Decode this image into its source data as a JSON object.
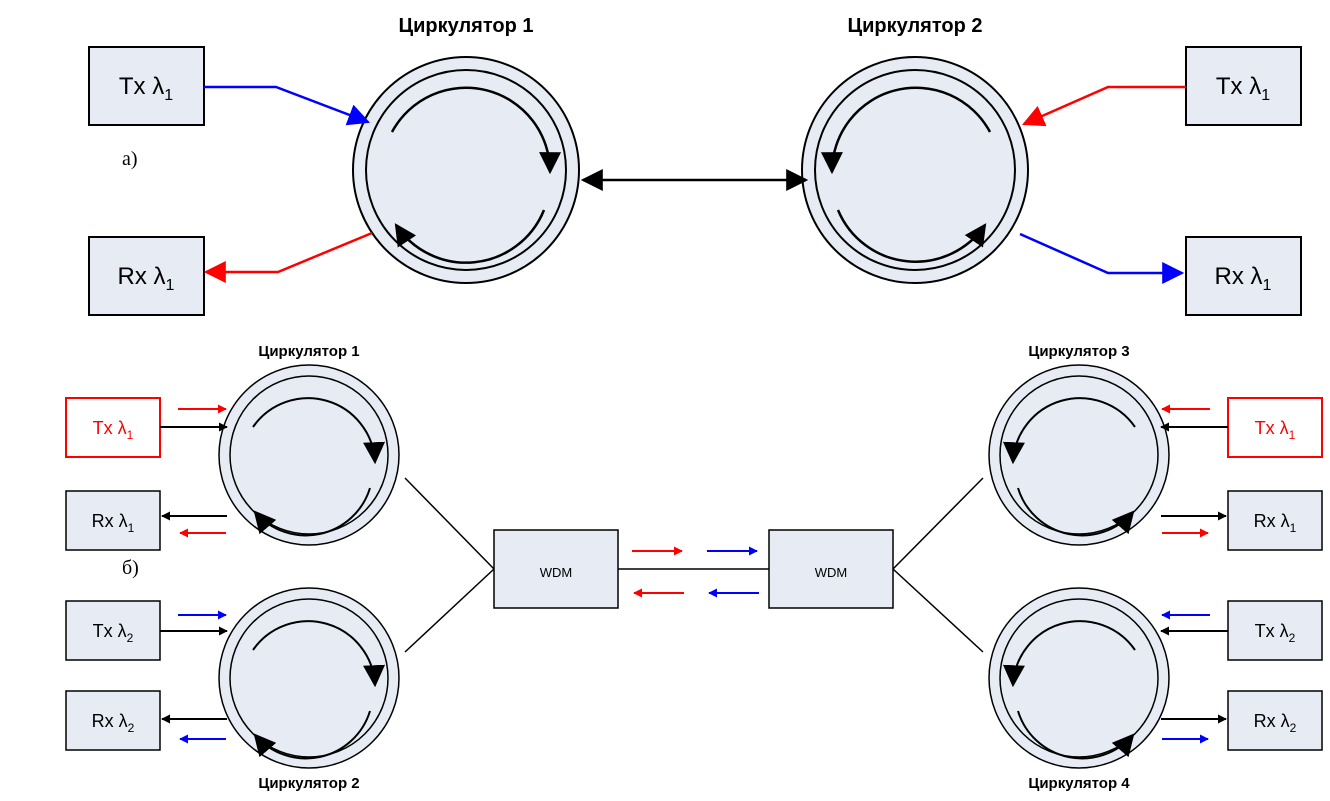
{
  "colors": {
    "box_fill": "#e6ebf4",
    "stroke": "#000000",
    "red": "#ff0000",
    "blue": "#0000ff",
    "box_red_border": "#ff0000"
  },
  "part_a": {
    "label": "а)",
    "circulator_1_title": "Циркулятор 1",
    "circulator_2_title": "Циркулятор 2",
    "left_tx": {
      "prefix": "Tx λ",
      "sub": "1"
    },
    "left_rx": {
      "prefix": "Rx λ",
      "sub": "1"
    },
    "right_tx": {
      "prefix": "Tx λ",
      "sub": "1"
    },
    "right_rx": {
      "prefix": "Rx λ",
      "sub": "1"
    }
  },
  "part_b": {
    "label": "б)",
    "circulator_1_title": "Циркулятор 1",
    "circulator_2_title": "Циркулятор 2",
    "circulator_3_title": "Циркулятор 3",
    "circulator_4_title": "Циркулятор 4",
    "wdm_left_label": "WDM",
    "wdm_right_label": "WDM",
    "left_tx1": {
      "prefix": "Tx λ",
      "sub": "1"
    },
    "left_rx1": {
      "prefix": "Rx λ",
      "sub": "1"
    },
    "left_tx2": {
      "prefix": "Tx λ",
      "sub": "2"
    },
    "left_rx2": {
      "prefix": "Rx λ",
      "sub": "2"
    },
    "right_tx1": {
      "prefix": "Tx λ",
      "sub": "1"
    },
    "right_rx1": {
      "prefix": "Rx λ",
      "sub": "1"
    },
    "right_tx2": {
      "prefix": "Tx λ",
      "sub": "2"
    },
    "right_rx2": {
      "prefix": "Rx λ",
      "sub": "2"
    }
  }
}
